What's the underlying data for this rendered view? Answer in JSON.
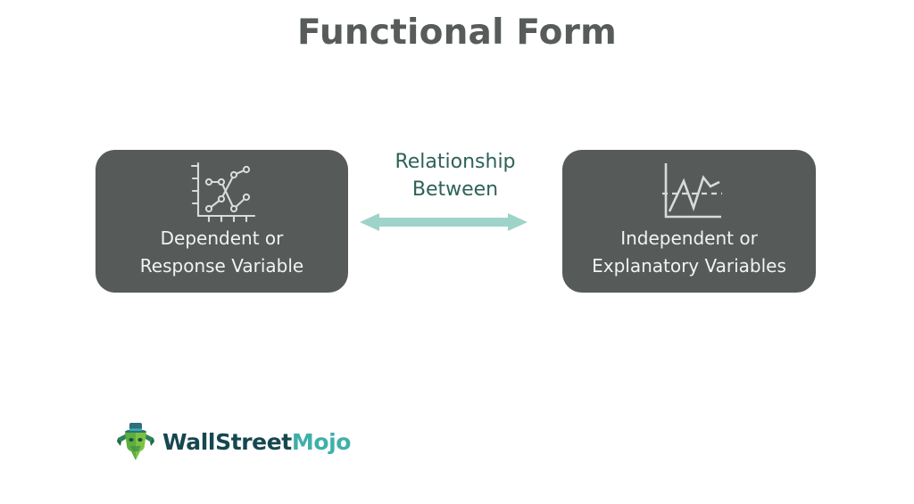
{
  "slide": {
    "title": "Functional Form",
    "background_color": "#ffffff",
    "title_color": "#575c5a"
  },
  "boxes": [
    {
      "id": "dependent",
      "icon": "line-chart-crossing-series-icon",
      "label_lines": [
        "Dependent or",
        "Response Variable"
      ],
      "fill_color": "#565b59",
      "text_color": "#f2f3f2"
    },
    {
      "id": "independent",
      "icon": "zigzag-line-chart-icon",
      "label_lines": [
        "Independent or",
        "Explanatory Variables"
      ],
      "fill_color": "#565b59",
      "text_color": "#f2f3f2"
    }
  ],
  "relationship": {
    "label_lines": [
      "Relationship",
      "Between"
    ],
    "text_color": "#2d6258",
    "arrow": {
      "icon": "double-headed-arrow-icon",
      "color": "#9ed3c9",
      "direction": "bidirectional"
    }
  },
  "logo": {
    "mark": "wallstreetmojo-bull-icon",
    "text_primary": "WallStreet",
    "text_secondary": "Mojo",
    "primary_color": "#16474f",
    "secondary_color": "#3fb0a9"
  }
}
